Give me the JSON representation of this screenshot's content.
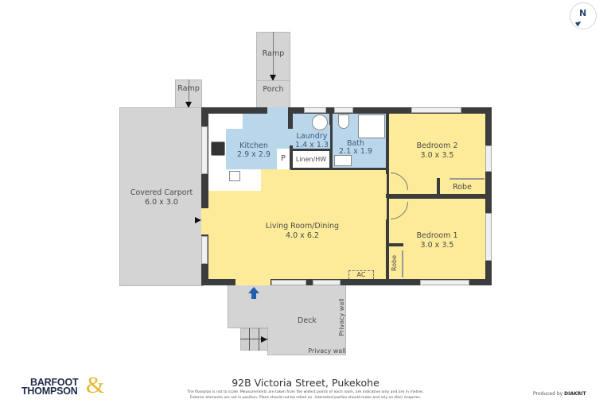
{
  "plan": {
    "address": "92B Victoria Street, Pukekohe",
    "disclaimer_line1": "The floorplan is not to scale. Measurements are taken from the widest points of each room, are indicative only and are in metres.",
    "disclaimer_line2": "Exterior elements are not in position. Plans should not be relied on. Interested parties should make and rely on their enquires.",
    "compass_label": "N"
  },
  "branding": {
    "logo_line1": "BARFOOT",
    "logo_line2": "THOMPSON",
    "logo_amp": "&",
    "produced_by_prefix": "Produced by",
    "produced_by_brand": "DIAKRIT"
  },
  "rooms": {
    "ramp_top": {
      "name": "Ramp"
    },
    "ramp_left": {
      "name": "Ramp"
    },
    "porch": {
      "name": "Porch"
    },
    "carport": {
      "name": "Covered Carport",
      "size": "6.0 x 3.0"
    },
    "kitchen": {
      "name": "Kitchen",
      "size": "2.9 x 2.9"
    },
    "laundry": {
      "name": "Laundry",
      "size": "1.4 x 1.3"
    },
    "bath": {
      "name": "Bath",
      "size": "2.1 x 1.9"
    },
    "linen": {
      "name": "Linen/HW"
    },
    "pantry": {
      "name": "P"
    },
    "bedroom2": {
      "name": "Bedroom 2",
      "size": "3.0 x 3.5"
    },
    "robe2": {
      "name": "Robe"
    },
    "living": {
      "name": "Living Room/Dining",
      "size": "4.0 x 6.2"
    },
    "bedroom1": {
      "name": "Bedroom 1",
      "size": "3.0 x 3.5"
    },
    "robe1": {
      "name": "Robe"
    },
    "ac": {
      "name": "AC"
    },
    "deck": {
      "name": "Deck"
    },
    "privacy_wall_right": {
      "name": "Privacy wall"
    },
    "privacy_wall_bottom": {
      "name": "Privacy wall"
    }
  },
  "colors": {
    "wall": "#3a3c3e",
    "living_rooms": "#fdeb9a",
    "wet_rooms": "#b9d6ea",
    "exterior": "#d4d4d4",
    "entrance_arrow": "#1f5fae",
    "brand_navy": "#1d2a4a",
    "brand_gold": "#e8b82e"
  }
}
